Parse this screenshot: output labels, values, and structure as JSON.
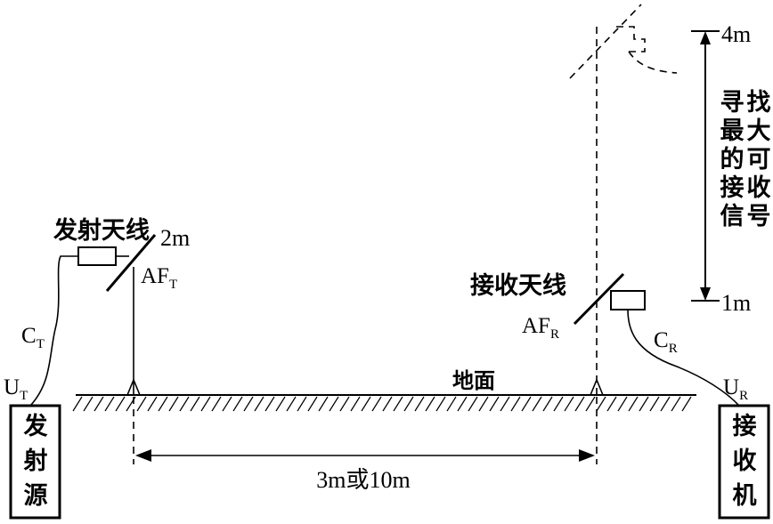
{
  "labels": {
    "tx_antenna": "发射天线",
    "rx_antenna": "接收天线",
    "tx_height": "2m",
    "af_t": "AF",
    "af_t_sub": "T",
    "af_r": "AF",
    "af_r_sub": "R",
    "c_t": "C",
    "c_t_sub": "T",
    "c_r": "C",
    "c_r_sub": "R",
    "u_t": "U",
    "u_t_sub": "T",
    "u_r": "U",
    "u_r_sub": "R",
    "ground": "地面",
    "distance": "3m或10m",
    "height_top": "4m",
    "height_bottom": "1m",
    "scan_col1": [
      "寻",
      "最",
      "的",
      "接",
      "信"
    ],
    "scan_col2": [
      "找",
      "大",
      "可",
      "收",
      "号"
    ],
    "source_box": [
      "发",
      "射",
      "源"
    ],
    "receiver_box": [
      "接",
      "收",
      "机"
    ]
  }
}
